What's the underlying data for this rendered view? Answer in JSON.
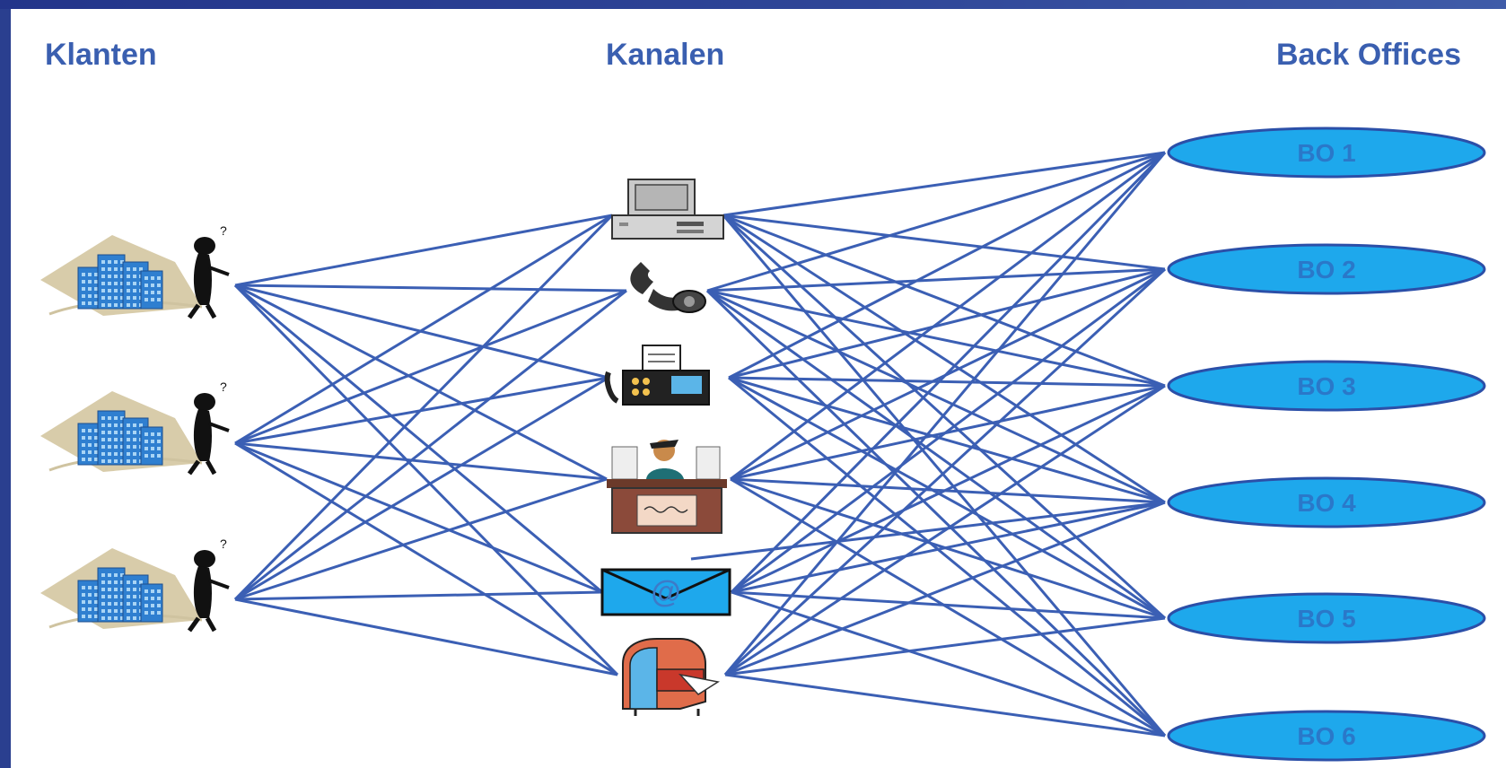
{
  "headings": {
    "customers": "Klanten",
    "channels": "Kanalen",
    "back_offices": "Back Offices"
  },
  "channels": [
    {
      "name": "computer-icon"
    },
    {
      "name": "telephone-icon"
    },
    {
      "name": "fax-icon"
    },
    {
      "name": "desk-clerk-icon"
    },
    {
      "name": "email-icon",
      "glyph": "@"
    },
    {
      "name": "mailbox-icon"
    }
  ],
  "customers": [
    {
      "name": "customer-building-person-icon"
    },
    {
      "name": "customer-building-person-icon"
    },
    {
      "name": "customer-building-person-icon"
    }
  ],
  "back_offices": [
    "BO 1",
    "BO 2",
    "BO 3",
    "BO 4",
    "BO 5",
    "BO 6"
  ],
  "colors": {
    "frame": "#2a3f8f",
    "heading": "#3a5fb0",
    "lines": "#3b5fb4",
    "ellipse_fill": "#1ea8ec",
    "ellipse_stroke": "#2b4fa8",
    "bo_label": "#2a78c9"
  }
}
